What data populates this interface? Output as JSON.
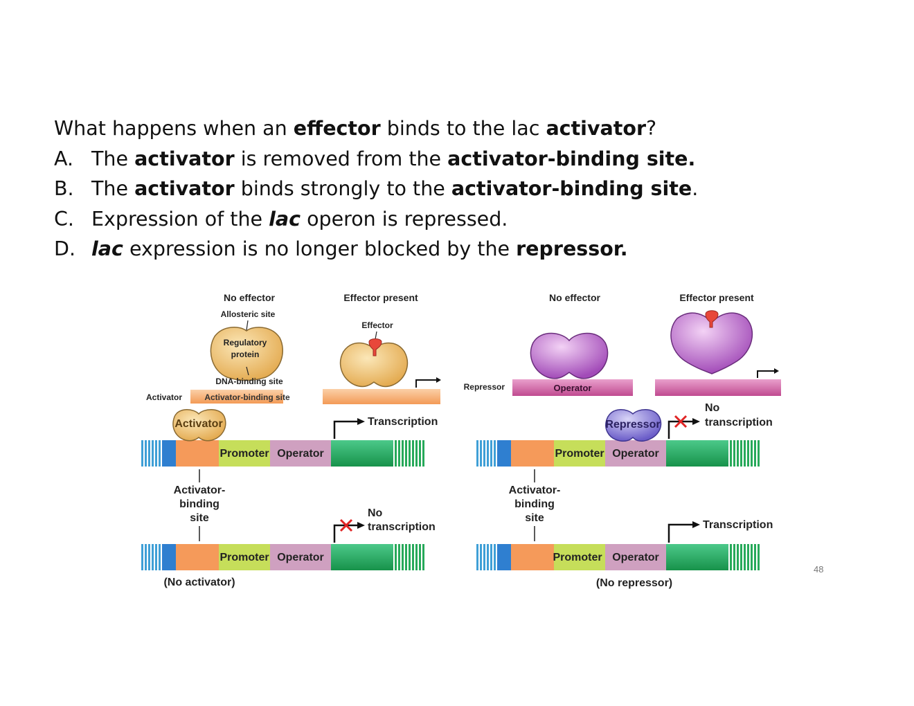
{
  "question": {
    "stem": [
      "What happens when an ",
      "effector",
      " binds to the lac ",
      "activator",
      "?"
    ],
    "options": [
      {
        "letter": "A.",
        "parts": [
          "The ",
          "activator",
          " is removed from the ",
          "activator-binding site.",
          ""
        ]
      },
      {
        "letter": "B.",
        "parts": [
          "The ",
          "activator",
          " binds strongly to the ",
          "activator-binding site",
          "."
        ]
      },
      {
        "letter": "C.",
        "parts": [
          "Expression of the ",
          "lac",
          " operon is repressed."
        ]
      },
      {
        "letter": "D.",
        "parts": [
          "",
          "lac",
          " expression is no longer blocked by the ",
          "repressor.",
          ""
        ]
      }
    ]
  },
  "figure": {
    "left": {
      "no_effector": "No effector",
      "effector_present": "Effector present",
      "allosteric_site": "Allosteric site",
      "regulatory_protein": [
        "Regulatory",
        "protein"
      ],
      "effector": "Effector",
      "dna_binding_site": "DNA-binding site",
      "activator_side": "Activator",
      "activator_binding_site_bar": "Activator-binding site",
      "activator_blob": "Activator",
      "transcription": "Transcription",
      "promoter": "Promoter",
      "operator": "Operator",
      "activator_binding_label": [
        "Activator-",
        "binding",
        "site"
      ],
      "no_transcription": [
        "No",
        "transcription"
      ],
      "no_activator": "(No activator)"
    },
    "right": {
      "no_effector": "No effector",
      "effector_present": "Effector present",
      "repressor_side": "Repressor",
      "operator_bar": "Operator",
      "repressor_blob": "Repressor",
      "no_transcription": [
        "No",
        "transcription"
      ],
      "promoter": "Promoter",
      "operator": "Operator",
      "activator_binding_label": [
        "Activator-",
        "binding",
        "site"
      ],
      "transcription": "Transcription",
      "no_repressor": "(No repressor)"
    },
    "colors": {
      "activator_protein": "#e8b45a",
      "repressor_protein": "#b25fc6",
      "bound_repressor": "#7b6fd0",
      "effector": "#e8473a",
      "activator_site_bar": "#f4a46a",
      "operator_bar": "#cc5a9c",
      "promoter": "#c6de5a",
      "operator": "#cfa0c0",
      "gene": "#27a95a",
      "activator_site": "#f59a5a",
      "dna_stripes": "#3f9fd6",
      "stop_x": "#e02424"
    }
  },
  "page_number": "48"
}
